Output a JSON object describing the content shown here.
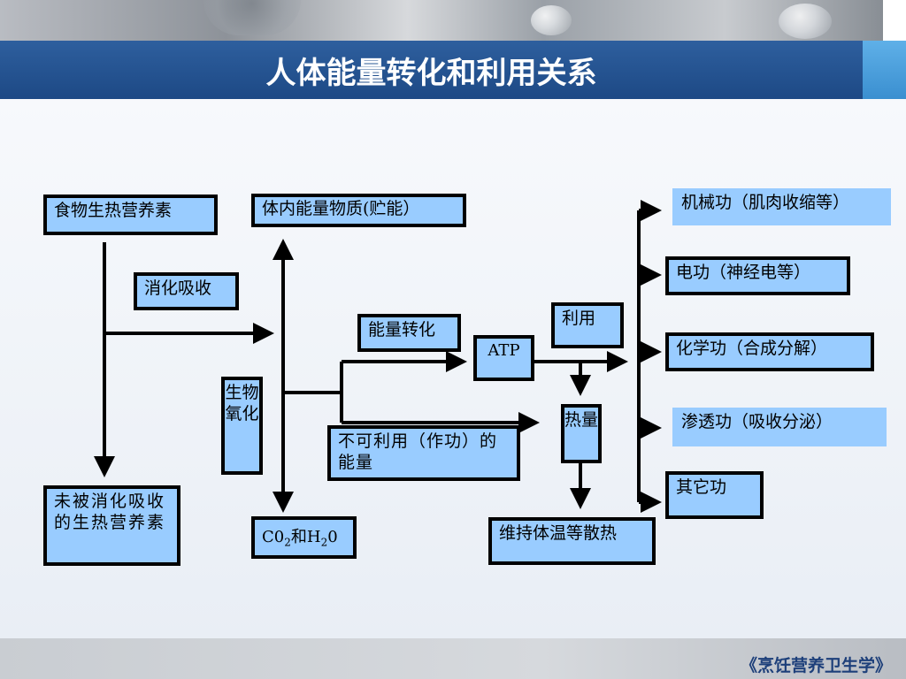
{
  "slide": {
    "title": "人体能量转化和利用关系",
    "footer": "《烹饪营养卫生学》"
  },
  "nodes": {
    "food_nutrients": "食物生热营养素",
    "body_energy": "体内能量物质(贮能）",
    "digest_absorb": "消化吸收",
    "energy_convert": "能量转化",
    "atp": "ATP",
    "utilize": "利用",
    "bio_oxidation": "生物氧化",
    "unusable_energy": "不可利用（作功）的能量",
    "heat": "热量",
    "undigested_nutrients": "未被消化吸收的生热营养素",
    "maintain_temp": "维持体温等散热",
    "mechanical_work": "机械功（肌肉收缩等）",
    "electrical_work": "电功（神经电等）",
    "chemical_work": "化学功（合成分解）",
    "osmotic_work": "渗透功（吸收分泌）",
    "other_work": "其它功"
  },
  "colors": {
    "box_fill": "#99ccff",
    "title_band": "#2e5f9e",
    "arrow": "#000000"
  }
}
